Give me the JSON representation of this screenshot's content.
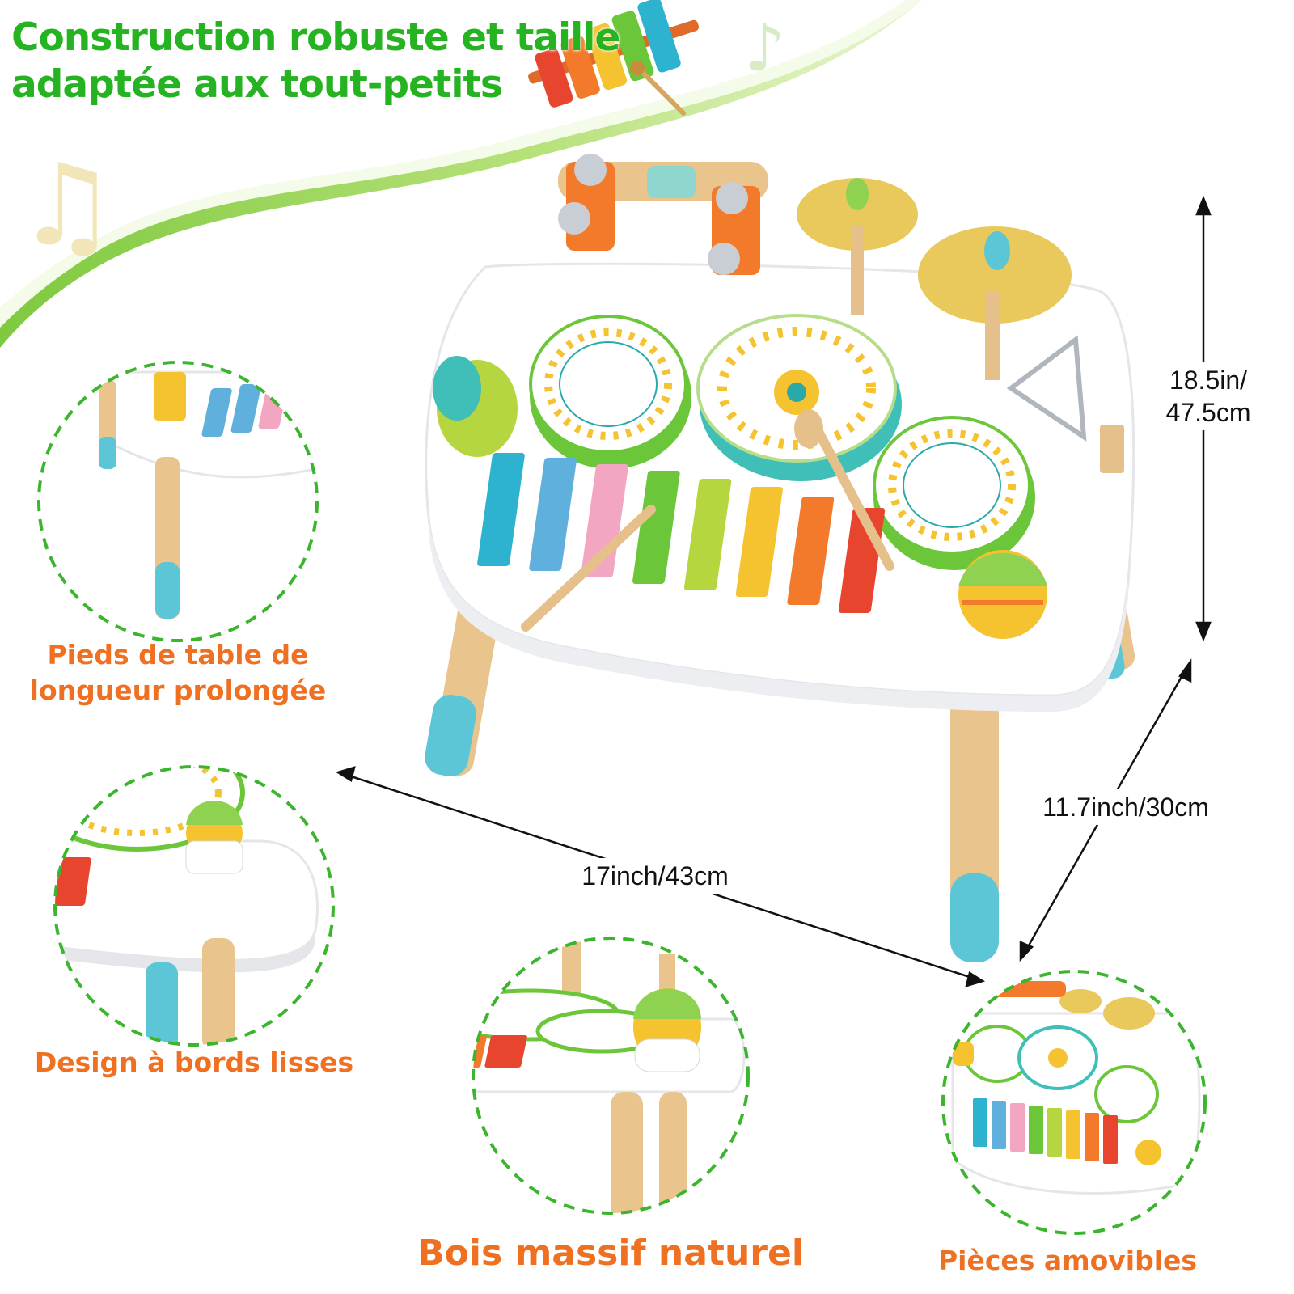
{
  "headline": {
    "line1": "Construction robuste et taille",
    "line2": "adaptée aux tout-petits"
  },
  "features": {
    "legs_line1": "Pieds de table de",
    "legs_line2": "longueur prolongée",
    "edges": "Design à bords lisses",
    "wood": "Bois massif naturel",
    "parts": "Pièces amovibles"
  },
  "dimensions": {
    "height_line1": "18.5in/",
    "height_line2": "47.5cm",
    "depth": "11.7inch/30cm",
    "width": "17inch/43cm"
  },
  "colors": {
    "headline_green": "#26b321",
    "feature_orange": "#f07022",
    "circle_dash_green": "#3cb52e",
    "wave_green": "#8fd150",
    "xylophone": [
      "#2db3cf",
      "#5fb0dc",
      "#f2a6c1",
      "#6cc63a",
      "#b6d640",
      "#f5c230",
      "#f27a2a",
      "#e8452f"
    ]
  },
  "icons": [
    "music-note-icon",
    "xylophone-icon",
    "double-arrow-icon"
  ]
}
